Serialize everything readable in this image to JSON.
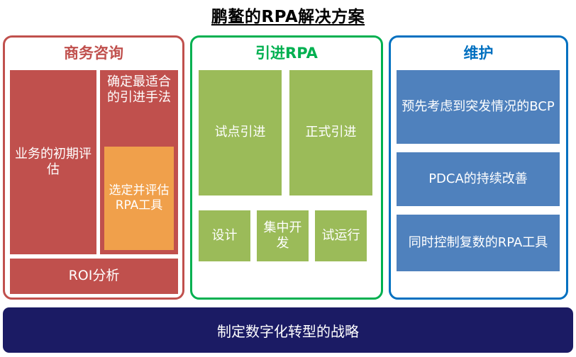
{
  "title": "鹏鳌的RPA解决方案",
  "colors": {
    "red": "#C0504D",
    "orange": "#F0A04B",
    "green_fill": "#9BBB59",
    "green_border": "#00B050",
    "blue_fill": "#4F81BD",
    "blue_border": "#0070C0",
    "navy": "#1B1B64",
    "white": "#FFFFFF"
  },
  "panels": [
    {
      "id": "consulting",
      "header": "商务咨询",
      "boxes": [
        {
          "label": "业务的初期评估"
        },
        {
          "label": "确定最适合的引进手法"
        },
        {
          "label": "选定并评估RPA工具"
        },
        {
          "label": "ROI分析"
        }
      ]
    },
    {
      "id": "introduction",
      "header": "引进RPA",
      "boxes": [
        {
          "label": "试点引进"
        },
        {
          "label": "正式引进"
        },
        {
          "label": "设计"
        },
        {
          "label": "集中开发"
        },
        {
          "label": "试运行"
        }
      ]
    },
    {
      "id": "maintenance",
      "header": "维护",
      "boxes": [
        {
          "label": "预先考虑到突发情况的BCP"
        },
        {
          "label": "PDCA的持续改善"
        },
        {
          "label": "同时控制复数的RPA工具"
        }
      ]
    }
  ],
  "footer": {
    "label": "制定数字化转型的战略"
  }
}
